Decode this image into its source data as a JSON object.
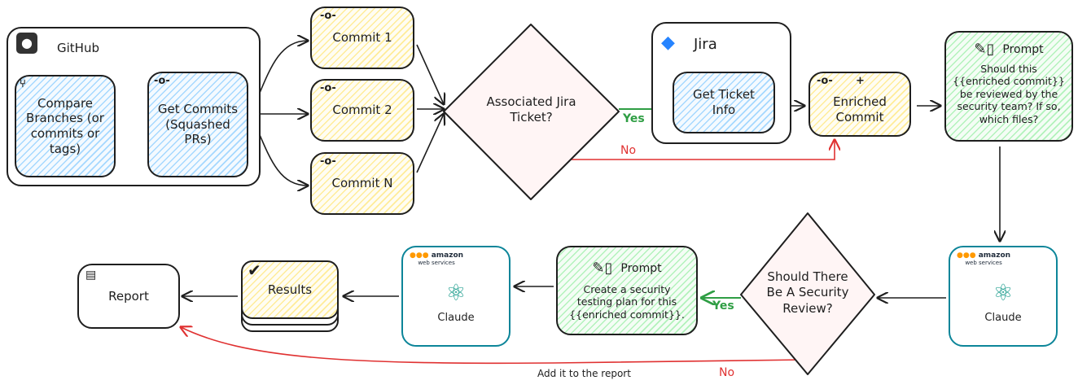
{
  "github": {
    "label": "GitHub",
    "compare": "Compare Branches (or commits or tags)",
    "get_commits": "Get Commits (Squashed PRs)"
  },
  "commits": [
    "Commit 1",
    "Commit 2",
    "Commit N"
  ],
  "decision1": {
    "text": "Associated Jira Ticket?",
    "yes": "Yes",
    "no": "No"
  },
  "jira": {
    "label": "Jira",
    "get_ticket": "Get Ticket Info"
  },
  "enriched": {
    "plus": "+",
    "text": "Enriched Commit"
  },
  "prompt1": {
    "title": "Prompt",
    "text": "Should this {{enriched commit}} be reviewed by the security team? If so, which files?"
  },
  "claude_right": {
    "aws": "amazon",
    "aws_sub": "web services",
    "label": "Claude"
  },
  "decision2": {
    "text": "Should There Be A Security Review?",
    "yes": "Yes",
    "no": "No"
  },
  "prompt2": {
    "title": "Prompt",
    "text": "Create a security testing plan for this {{enriched commit}}."
  },
  "claude_left": {
    "aws": "amazon",
    "aws_sub": "web services",
    "label": "Claude"
  },
  "results": {
    "label": "Results"
  },
  "report": {
    "label": "Report"
  },
  "edge_label": "Add it to the report",
  "colors": {
    "yes": "#2f9e44",
    "no": "#e03131",
    "teal": "#0c8599"
  }
}
